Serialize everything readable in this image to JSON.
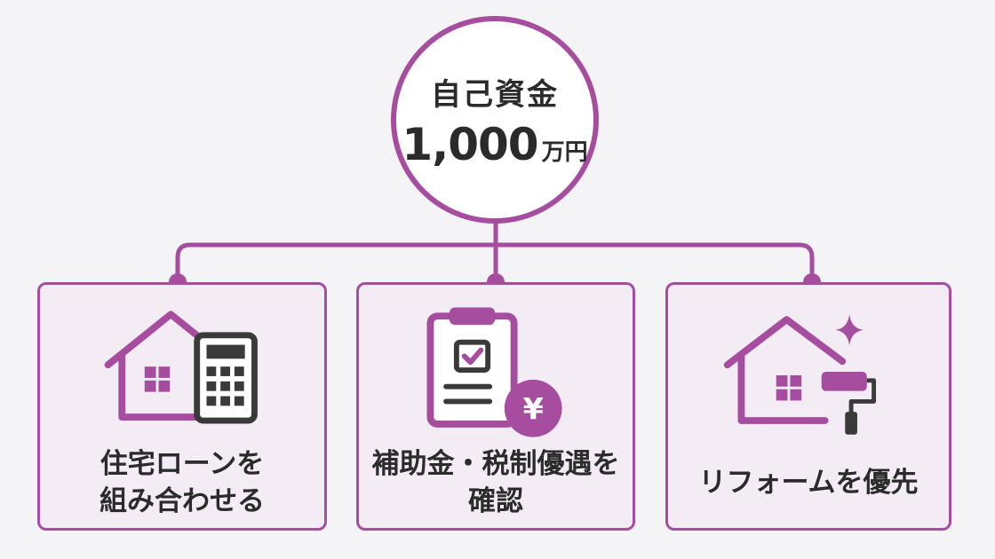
{
  "center": {
    "title": "自己資金",
    "amount": "1,000",
    "unit": "万円"
  },
  "cards": [
    {
      "lines": [
        "住宅ローンを",
        "組み合わせる"
      ],
      "icon": "house-calculator-icon"
    },
    {
      "lines": [
        "補助金・税制優遇を",
        "確認"
      ],
      "icon": "clipboard-yen-icon"
    },
    {
      "lines": [
        "リフォームを優先"
      ],
      "icon": "house-paint-roller-icon"
    }
  ],
  "colors": {
    "accent": "#a64d9f",
    "card_bg": "#f3ecf5",
    "icon_dark": "#3a3a3a",
    "background": "#f4f3f5"
  }
}
